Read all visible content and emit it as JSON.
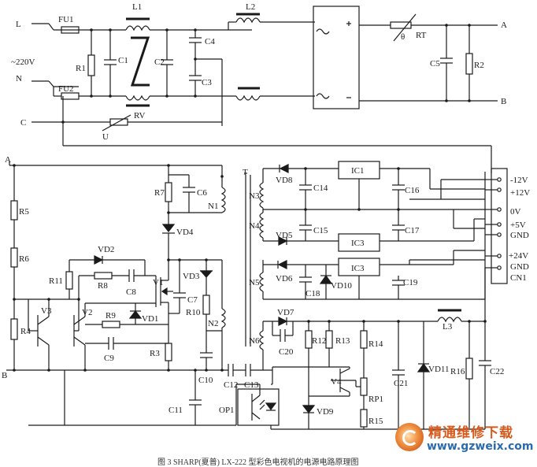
{
  "caption": "图 3  SHARP(夏普) LX-222 型彩色电视机的电源电路原理图",
  "watermark": {
    "name": "精通维修下载",
    "url": "www.gzweix.com"
  },
  "inputs": {
    "L": "L",
    "N": "N",
    "C": "C",
    "voltage": "~220V"
  },
  "nodes": {
    "A": "A",
    "B": "B"
  },
  "components": {
    "fu1": "FU1",
    "fu2": "FU2",
    "r1": "R1",
    "c1": "C1",
    "c2": "C2",
    "c3": "C3",
    "c4": "C4",
    "l1": "L1",
    "l2": "L2",
    "l3": "L3",
    "rt": "RT",
    "theta": "θ",
    "c5": "C5",
    "r2": "R2",
    "rv": "RV",
    "u": "U",
    "r4": "R4",
    "r5": "R5",
    "r6": "R6",
    "r7": "R7",
    "c6": "C6",
    "n1": "N1",
    "vd4": "VD4",
    "vd2": "VD2",
    "r11": "R11",
    "r8": "R8",
    "c8": "C8",
    "v1": "V1",
    "vd3": "VD3",
    "c7": "C7",
    "r10": "R10",
    "v3": "V3",
    "v2": "V2",
    "r9": "R9",
    "vd1": "VD1",
    "c9": "C9",
    "r3": "R3",
    "n2": "N2",
    "c10": "C10",
    "c11": "C11",
    "c12": "C12",
    "c13": "C13",
    "op1": "OP1",
    "t": "T",
    "n3": "N3",
    "n4": "N4",
    "n5": "N5",
    "n6": "N6",
    "vd8": "VD8",
    "c14": "C14",
    "ic1": "IC1",
    "c16": "C16",
    "vd5": "VD5",
    "c15": "C15",
    "ic3a": "IC3",
    "c17": "C17",
    "vd6": "VD6",
    "c18": "C18",
    "vd10": "VD10",
    "ic3b": "IC3",
    "c19": "C19",
    "vd7": "VD7",
    "c20": "C20",
    "r12": "R12",
    "r13": "R13",
    "v4": "V4",
    "r14": "R14",
    "rp1": "RP1",
    "r15": "R15",
    "vd9": "VD9",
    "c21": "C21",
    "vd11": "VD11",
    "r16": "R16",
    "c22": "C22"
  },
  "connector": {
    "name": "CN1",
    "pins": [
      "-12V",
      "+12V",
      "0V",
      "+5V",
      "GND",
      "+24V",
      "GND"
    ]
  }
}
